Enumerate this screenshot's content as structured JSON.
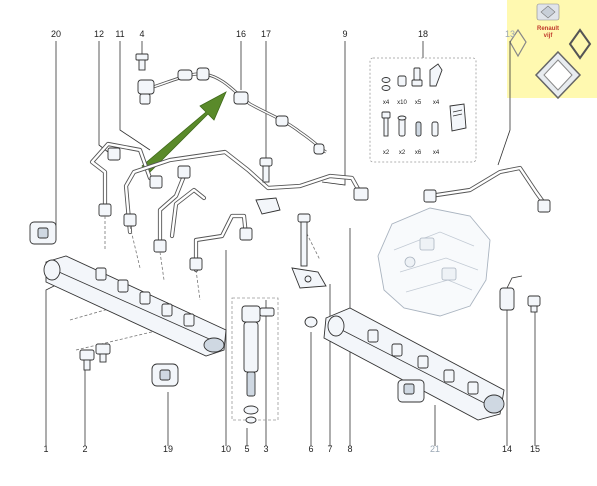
{
  "labels_top": [
    {
      "id": "20",
      "text": "20"
    },
    {
      "id": "12",
      "text": "12"
    },
    {
      "id": "11",
      "text": "11"
    },
    {
      "id": "4",
      "text": "4"
    },
    {
      "id": "16",
      "text": "16"
    },
    {
      "id": "17",
      "text": "17"
    },
    {
      "id": "9",
      "text": "9"
    },
    {
      "id": "18",
      "text": "18"
    },
    {
      "id": "13",
      "text": "13"
    }
  ],
  "labels_bottom": [
    {
      "id": "1",
      "text": "1"
    },
    {
      "id": "2",
      "text": "2"
    },
    {
      "id": "19",
      "text": "19"
    },
    {
      "id": "10",
      "text": "10"
    },
    {
      "id": "5",
      "text": "5"
    },
    {
      "id": "3",
      "text": "3"
    },
    {
      "id": "6",
      "text": "6"
    },
    {
      "id": "7",
      "text": "7"
    },
    {
      "id": "8",
      "text": "8"
    },
    {
      "id": "21",
      "text": "21"
    },
    {
      "id": "14",
      "text": "14"
    },
    {
      "id": "15",
      "text": "15"
    }
  ],
  "kit_quantities": {
    "row1": [
      "x4",
      "x10",
      "x5",
      "x4"
    ],
    "row2": [
      "x2",
      "x2",
      "x6",
      "x4"
    ]
  },
  "badge": {
    "brand_text": "Renault",
    "sub_text": "vijf",
    "background": "#fff9b0"
  },
  "colors": {
    "arrow": "#5a8a2a",
    "line": "#333333",
    "muted_label": "#9aa7b4"
  },
  "icons": [
    "renault-logo-icon",
    "arrow-pointer-icon"
  ]
}
